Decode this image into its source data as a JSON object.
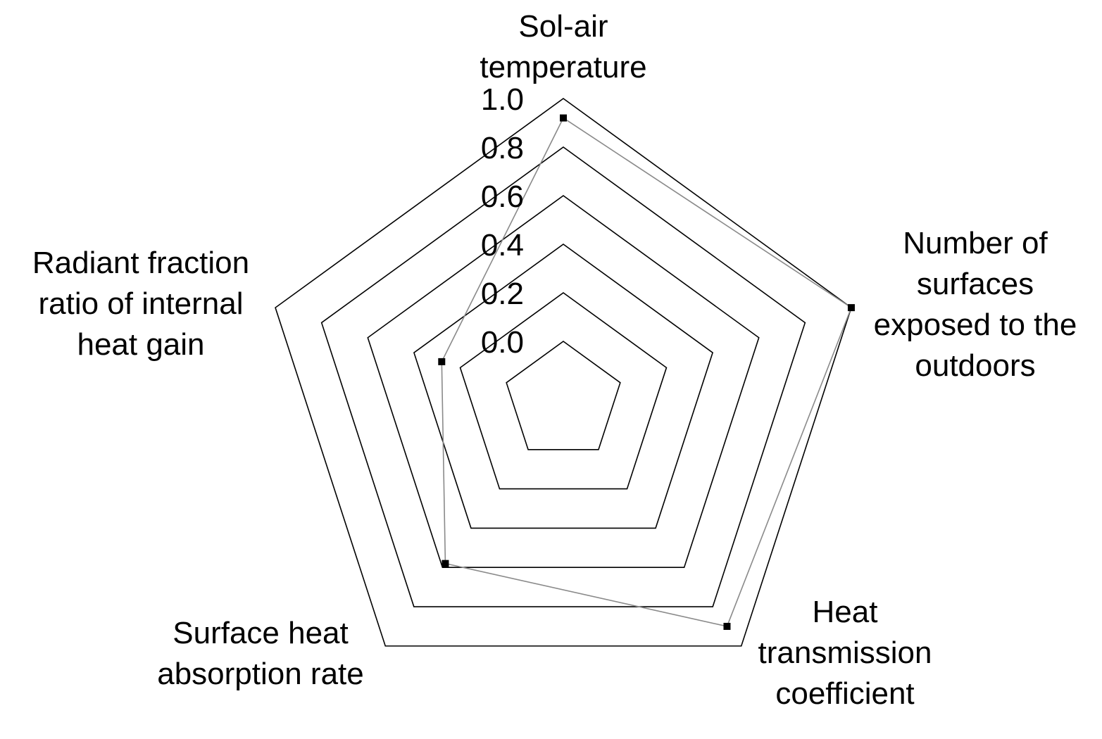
{
  "chart_data": {
    "type": "radar",
    "axes": [
      {
        "label_lines": [
          "Sol-air",
          "temperature"
        ]
      },
      {
        "label_lines": [
          "Number of",
          "surfaces",
          "exposed to the",
          "outdoors"
        ]
      },
      {
        "label_lines": [
          "Heat",
          "transmission",
          "coefficient"
        ]
      },
      {
        "label_lines": [
          "Surface heat",
          "absorption rate"
        ]
      },
      {
        "label_lines": [
          "Radiant fraction",
          "ratio of internal",
          "heat gain"
        ]
      }
    ],
    "ticks": [
      "0.0",
      "0.2",
      "0.4",
      "0.6",
      "0.8",
      "1.0"
    ],
    "range": [
      0,
      1
    ],
    "grid": true,
    "series": [
      {
        "values": [
          0.92,
          1.0,
          0.9,
          0.58,
          0.28
        ]
      }
    ]
  }
}
